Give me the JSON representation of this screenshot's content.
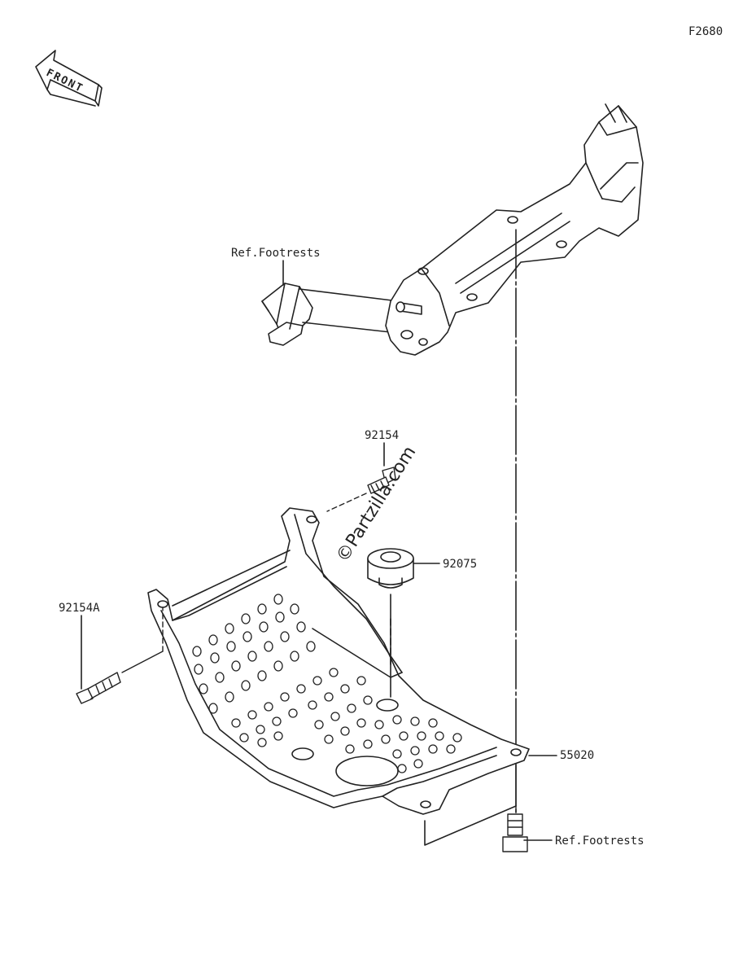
{
  "figure_code": "F2680",
  "front_arrow": {
    "text": "FRONT",
    "icon": "front-direction-arrow-icon"
  },
  "watermark": "©Partzilla.com",
  "labels": {
    "ref_footrests_top": "Ref.Footrests",
    "ref_footrests_bottom": "Ref.Footrests",
    "part_92154": "92154",
    "part_92154a": "92154A",
    "part_92075": "92075",
    "part_55020": "55020"
  },
  "colors": {
    "line": "#222222",
    "background": "#ffffff"
  }
}
